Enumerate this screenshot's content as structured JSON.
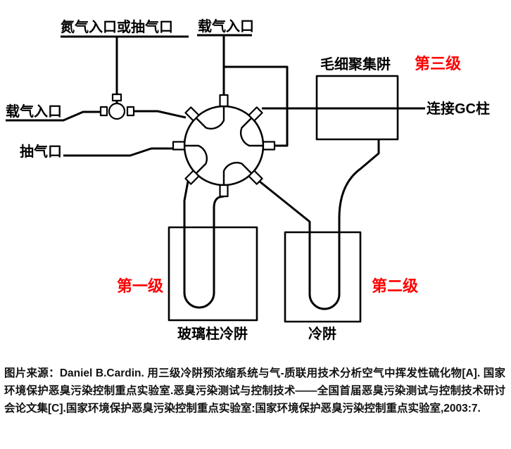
{
  "diagram": {
    "labels": {
      "nitrogen_or_pump_inlet": "氮气入口或抽气口",
      "carrier_inlet_top": "载气入口",
      "carrier_inlet_left": "载气入口",
      "pump_port": "抽气口",
      "capillary_trap": "毛细聚集阱",
      "connect_gc": "连接GC柱",
      "glass_column_trap": "玻璃柱冷阱",
      "cold_trap": "冷阱"
    },
    "stages": {
      "first": "第一级",
      "second": "第二级",
      "third": "第三级"
    },
    "colors": {
      "line": "#000000",
      "stage_red": "#fe0000"
    }
  },
  "caption": {
    "text": "图片来源：Daniel B.Cardin. 用三级冷阱预浓缩系统与气-质联用技术分析空气中挥发性硫化物[A]. 国家环境保护恶臭污染控制重点实验室.恶臭污染测试与控制技术——全国首届恶臭污染测试与控制技术研讨会论文集[C].国家环境保护恶臭污染控制重点实验室:国家环境保护恶臭污染控制重点实验室,2003:7."
  }
}
